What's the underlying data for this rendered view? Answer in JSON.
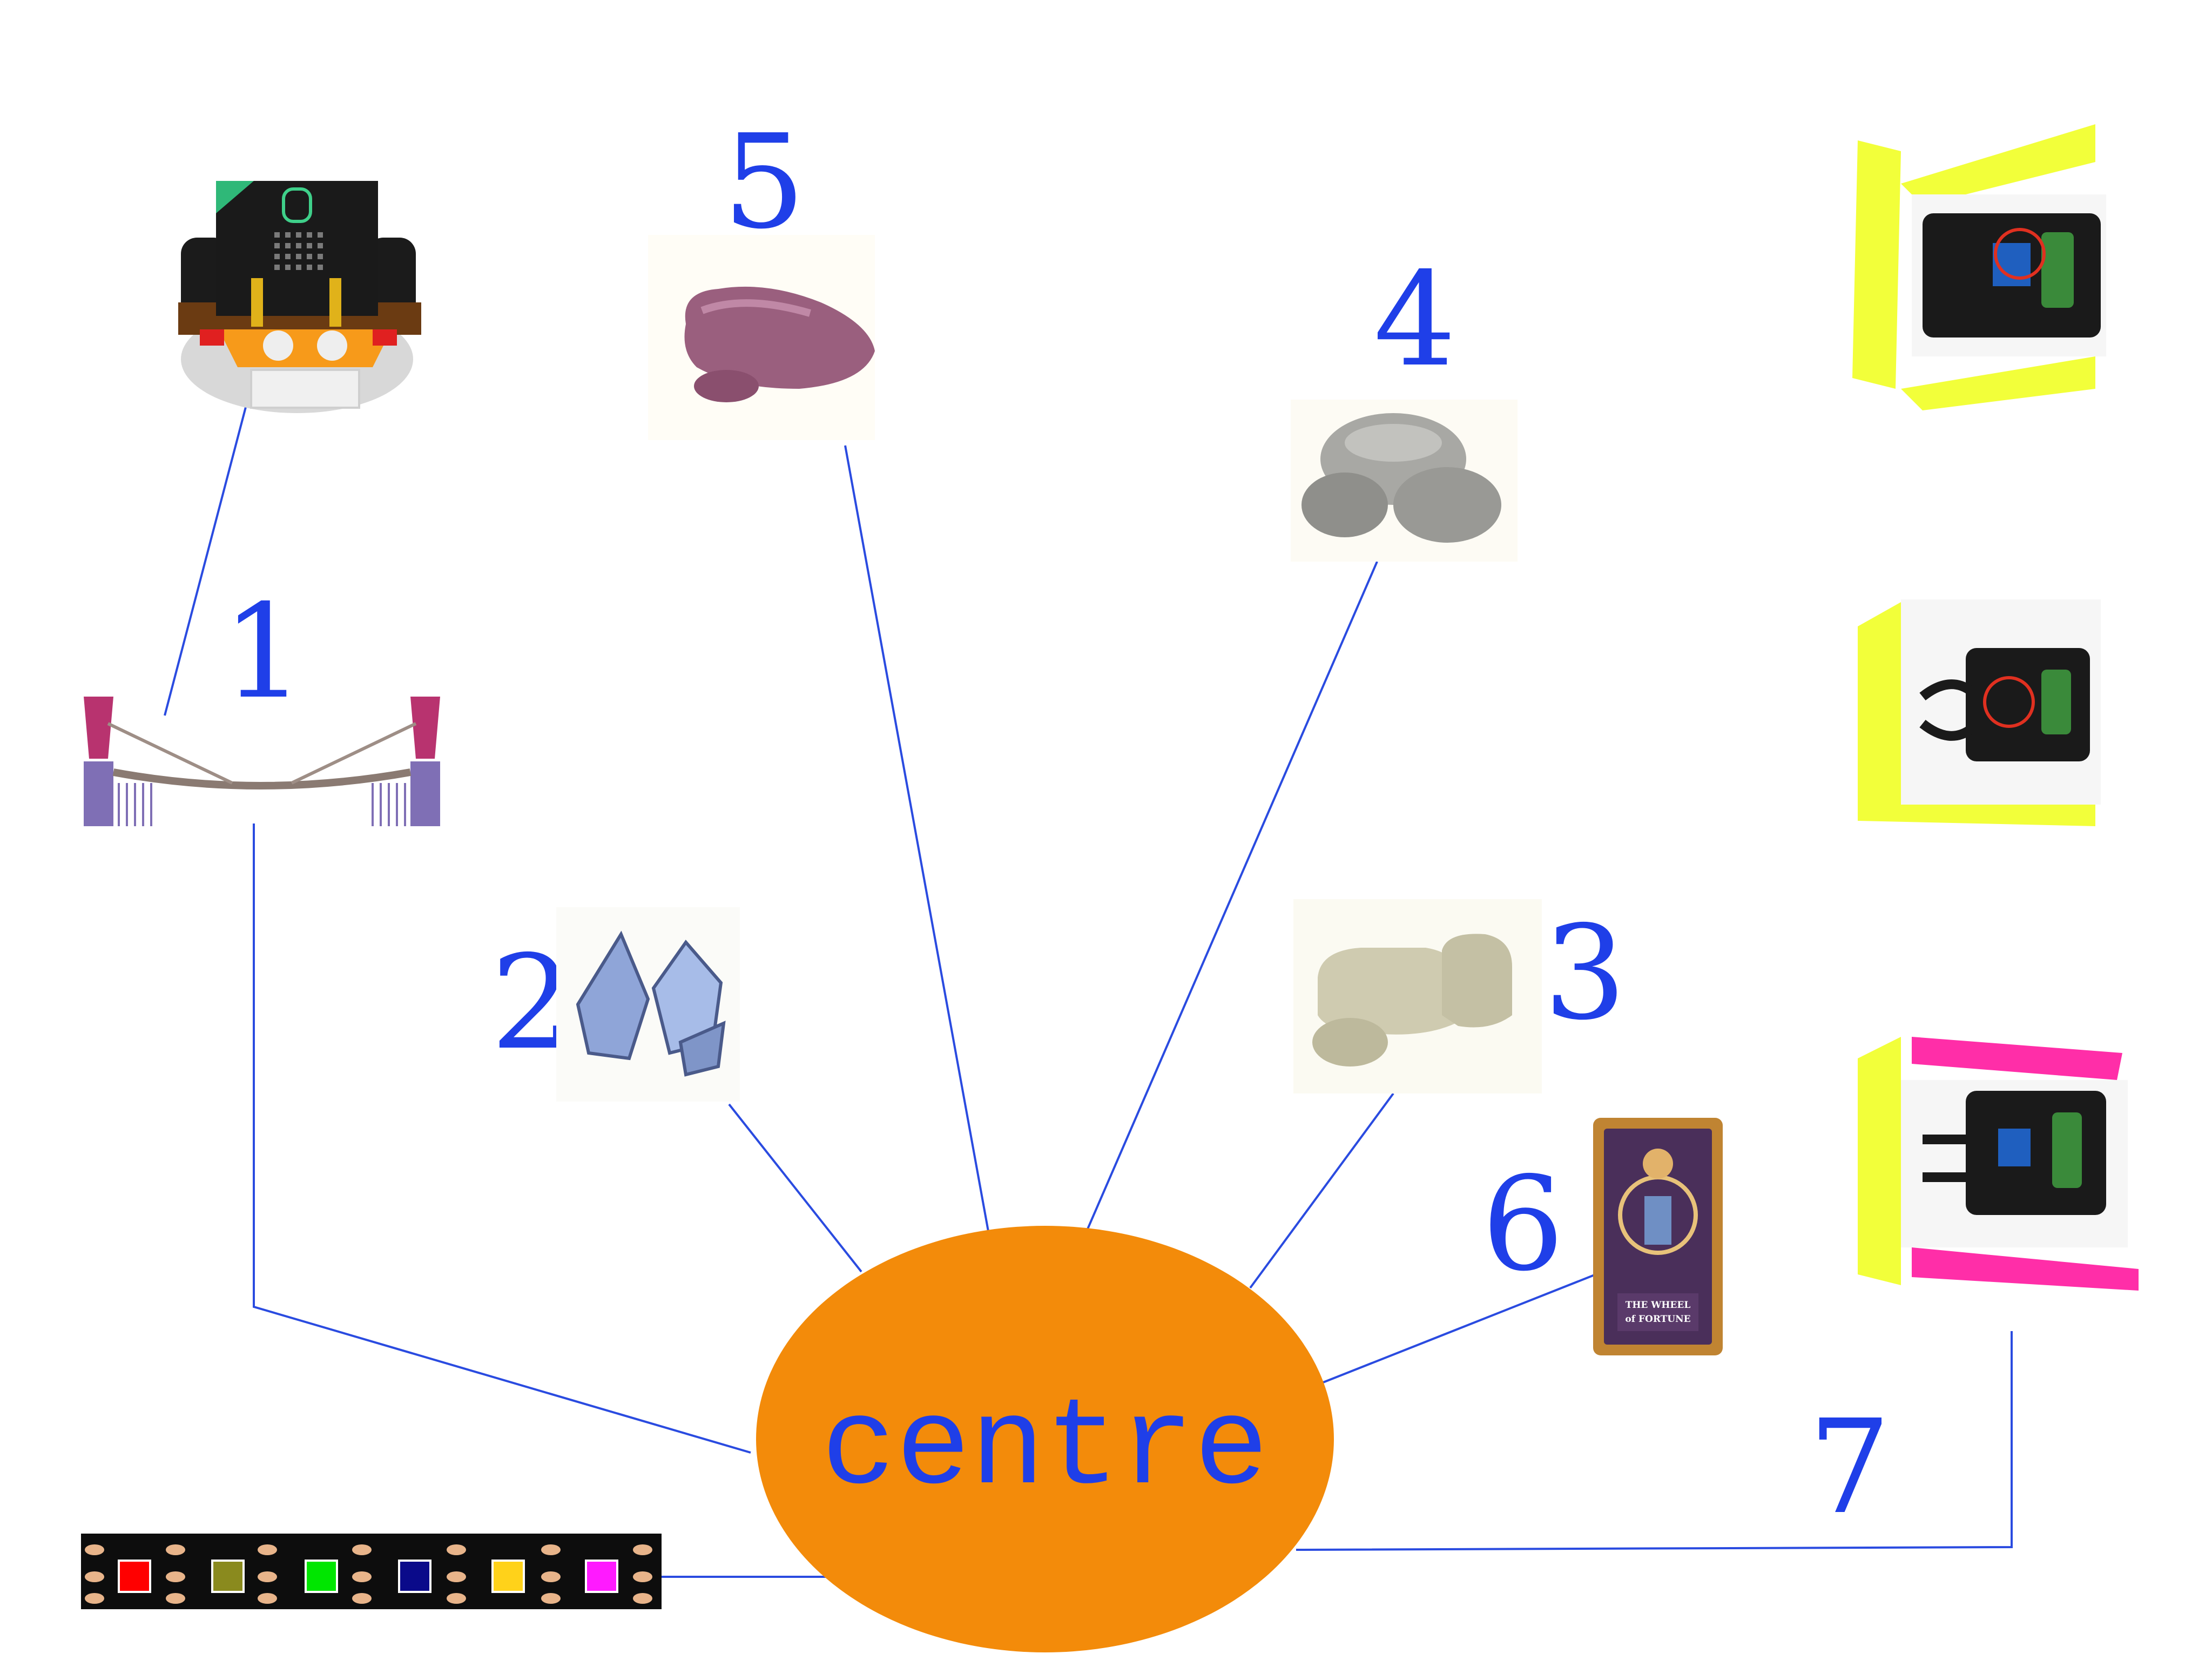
{
  "diagram": {
    "centre_label": "centre",
    "node_numbers": [
      "1",
      "2",
      "3",
      "4",
      "5",
      "6",
      "7"
    ],
    "card_text_line1": "THE WHEEL",
    "card_text_line2": "of FORTUNE",
    "led_colors": [
      "#ff0000",
      "#8a8a1e",
      "#00e600",
      "#0a0a8a",
      "#ffd21a",
      "#ff1aff"
    ]
  },
  "colors": {
    "line": "#2a4be0",
    "number": "#1f3fe8",
    "centre_fill": "#f38b0a",
    "panel_yellow": "#f2ff3a",
    "panel_pink": "#ff2ea8"
  }
}
